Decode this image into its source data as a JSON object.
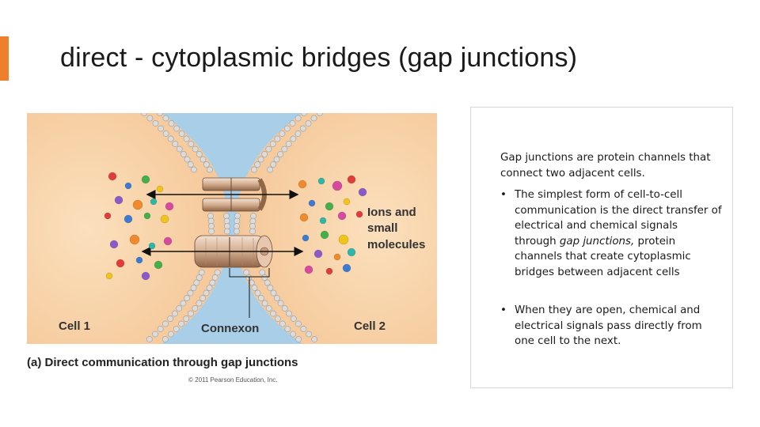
{
  "slide": {
    "title": "direct - cytoplasmic bridges (gap junctions)",
    "accent_color": "#ee7f2d"
  },
  "figure": {
    "labels": {
      "ions": "Ions and",
      "small": "small",
      "molecules": "molecules",
      "cell1": "Cell 1",
      "cell2": "Cell 2",
      "connexon": "Connexon"
    },
    "caption_part": "(a)",
    "caption_text": "Direct communication through gap junctions",
    "copyright": "© 2011 Pearson Education, Inc.",
    "colors": {
      "cytoplasm": "#f7cfa3",
      "extracellular": "#a9cfe8",
      "membrane_head": "#d9d9d9",
      "channel": "#c69d7e"
    }
  },
  "text_box": {
    "intro_bold": "Gap junctions",
    "intro_rest": " are protein channels that connect two adjacent cells.",
    "bullet_char": "•",
    "bullet1_a": "The simplest form of cell-to-cell communication is the direct transfer of electrical and chemical signals through ",
    "bullet1_italic": "gap junctions,",
    "bullet1_b": " protein channels that create cytoplasmic bridges between adjacent cells",
    "bullet2": "When they are open, chemical and electrical signals pass directly from one cell to the next."
  }
}
